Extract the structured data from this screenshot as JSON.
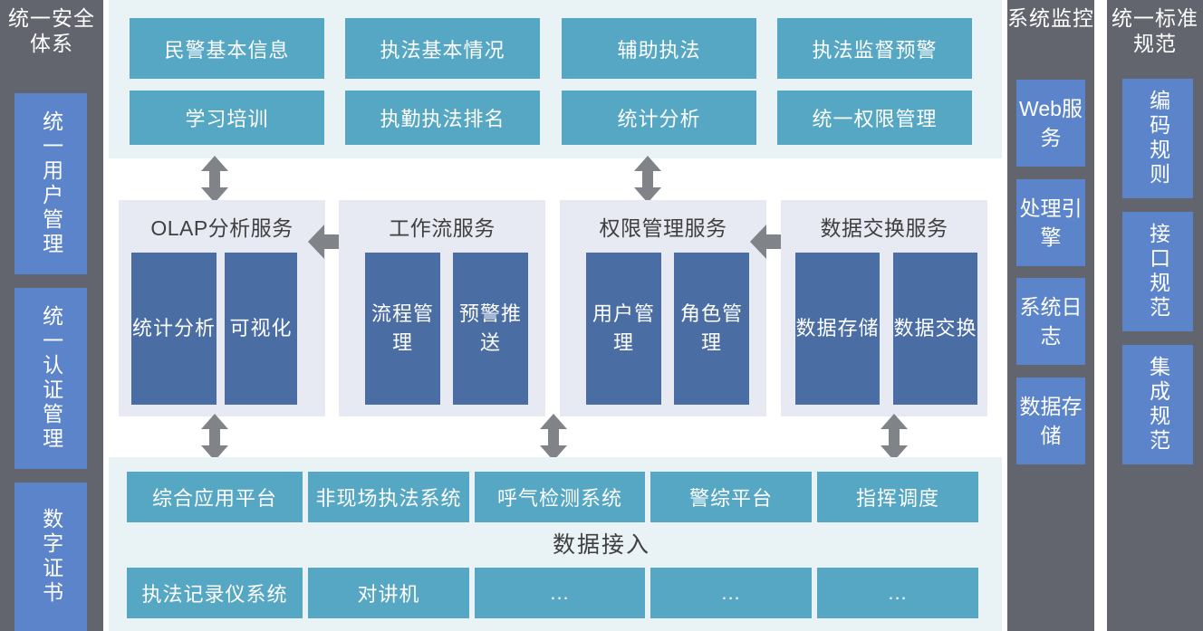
{
  "colors": {
    "rail_bg": "#62656e",
    "rail_box": "#5b84ca",
    "teal": "#56a7c4",
    "service_box": "#4a6da4",
    "service_panel_bg": "#e7eaf2",
    "app_panel_bg": "#e9f2f5",
    "arrow": "#808488",
    "text_dark": "#3f3f3f",
    "text_light": "#ffffff"
  },
  "left_rail": {
    "title": "统一安全体系",
    "items": [
      {
        "label": "统一用户管理"
      },
      {
        "label": "统一认证管理"
      },
      {
        "label": "数字证书"
      }
    ]
  },
  "right_rail_monitor": {
    "title": "系统监控",
    "items": [
      {
        "label": "Web服务"
      },
      {
        "label": "处理引擎"
      },
      {
        "label": "系统日志"
      },
      {
        "label": "数据存储"
      }
    ]
  },
  "right_rail_standard": {
    "title": "统一标准规范",
    "items": [
      {
        "label": "编码规则"
      },
      {
        "label": "接口规范"
      },
      {
        "label": "集成规范"
      }
    ]
  },
  "application_layer": {
    "row1": [
      {
        "label": "民警基本信息"
      },
      {
        "label": "执法基本情况"
      },
      {
        "label": "辅助执法"
      },
      {
        "label": "执法监督预警"
      }
    ],
    "row2": [
      {
        "label": "学习培训"
      },
      {
        "label": "执勤执法排名"
      },
      {
        "label": "统计分析"
      },
      {
        "label": "统一权限管理"
      }
    ]
  },
  "service_layer": {
    "groups": [
      {
        "title": "OLAP分析服务",
        "items": [
          {
            "label": "统计分析"
          },
          {
            "label": "可视化"
          }
        ]
      },
      {
        "title": "工作流服务",
        "items": [
          {
            "label": "流程管理"
          },
          {
            "label": "预警推送"
          }
        ]
      },
      {
        "title": "权限管理服务",
        "items": [
          {
            "label": "用户管理"
          },
          {
            "label": "角色管理"
          }
        ]
      },
      {
        "title": "数据交换服务",
        "items": [
          {
            "label": "数据存储"
          },
          {
            "label": "数据交换"
          }
        ]
      }
    ]
  },
  "data_access_layer": {
    "label": "数据接入",
    "row1": [
      {
        "label": "综合应用平台"
      },
      {
        "label": "非现场执法系统"
      },
      {
        "label": "呼气检测系统"
      },
      {
        "label": "警综平台"
      },
      {
        "label": "指挥调度"
      }
    ],
    "row2": [
      {
        "label": "执法记录仪系统"
      },
      {
        "label": "对讲机"
      },
      {
        "label": "..."
      },
      {
        "label": "..."
      },
      {
        "label": "..."
      }
    ]
  },
  "arrows": {
    "vertical_up_down_icon": "double-arrow-vertical-icon",
    "horizontal_left_right_icon": "double-arrow-horizontal-icon"
  }
}
